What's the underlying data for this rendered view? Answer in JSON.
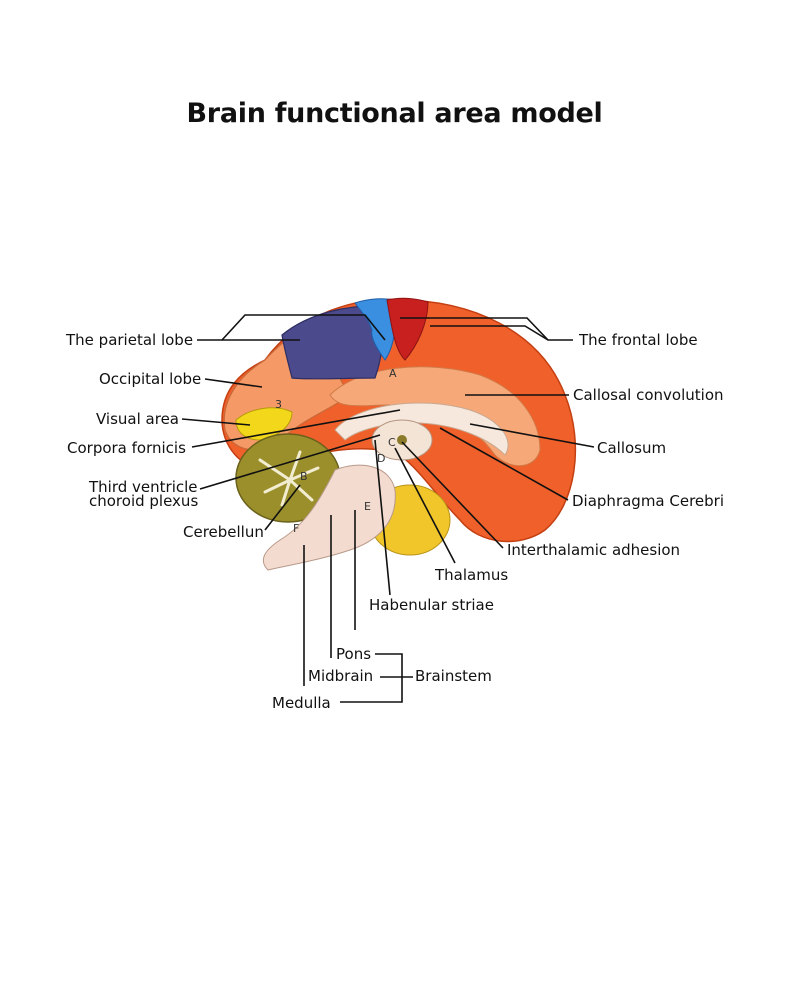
{
  "title": "Brain functional area model",
  "labels": {
    "parietal": "The parietal lobe",
    "frontal": "The frontal lobe",
    "occipital": "Occipital lobe",
    "callosal_convolution": "Callosal convolution",
    "visual_area": "Visual area",
    "callosum": "Callosum",
    "corpora_fornicis": "Corpora fornicis",
    "third_ventricle_1": "Third ventricle",
    "third_ventricle_2": "choroid plexus",
    "diaphragma": "Diaphragma Cerebri",
    "cerebellun": "Cerebellun",
    "interthalamic": "Interthalamic adhesion",
    "thalamus": "Thalamus",
    "habenular": "Habenular striae",
    "pons": "Pons",
    "midbrain": "Midbrain",
    "medulla": "Medulla",
    "brainstem": "Brainstem"
  },
  "model_marks": {
    "a": "A",
    "b": "B",
    "c": "C",
    "d": "D",
    "e": "E",
    "f": "F",
    "three": "3"
  },
  "colors": {
    "frontal_orange": "#f0602a",
    "occipital_peach": "#f59a66",
    "parietal_purple": "#4b4a8c",
    "motor_blue": "#3a8fe0",
    "motor_red": "#c8201f",
    "visual_yellow": "#f3d71a",
    "cerebellum_olive": "#9b8f2c",
    "brainstem_pink": "#f3dccf",
    "pituitary_yellow": "#f0c62a"
  }
}
